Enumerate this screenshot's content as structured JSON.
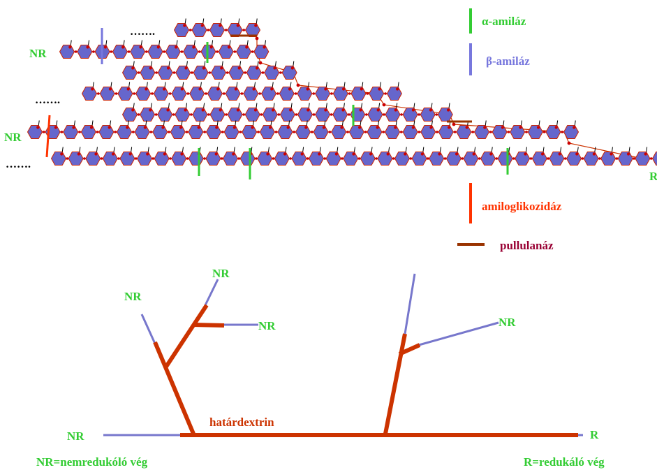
{
  "colors": {
    "alpha_amylase": "#33cc33",
    "beta_amylase": "#7777dd",
    "amyloglucosidase": "#ff3300",
    "pullulanase": "#993300",
    "chain": "#cc3300",
    "glucose_fill": "#6666cc",
    "glucose_stroke": "#cc2200",
    "nr_label": "#33cc33",
    "pullulanase_label": "#990033",
    "branch_thin": "#7777cc"
  },
  "legend": {
    "alpha": "α-amiláz",
    "beta": "β-amiláz",
    "amyloglucosidase": "amiloglikozidáz",
    "pullulanase": "pullulanáz"
  },
  "top": {
    "nr1": "NR",
    "nr2": "NR",
    "r_end": "R",
    "ellipsis": "……."
  },
  "bottom": {
    "nr_top": "NR",
    "nr_left": "NR",
    "nr_mid": "NR",
    "nr_right_branch": "NR",
    "nr_main": "NR",
    "r_main": "R",
    "limit_dextrin": "határdextrin",
    "nr_def": "NR=nemredukóló vég",
    "r_def": "R=redukáló vég"
  }
}
